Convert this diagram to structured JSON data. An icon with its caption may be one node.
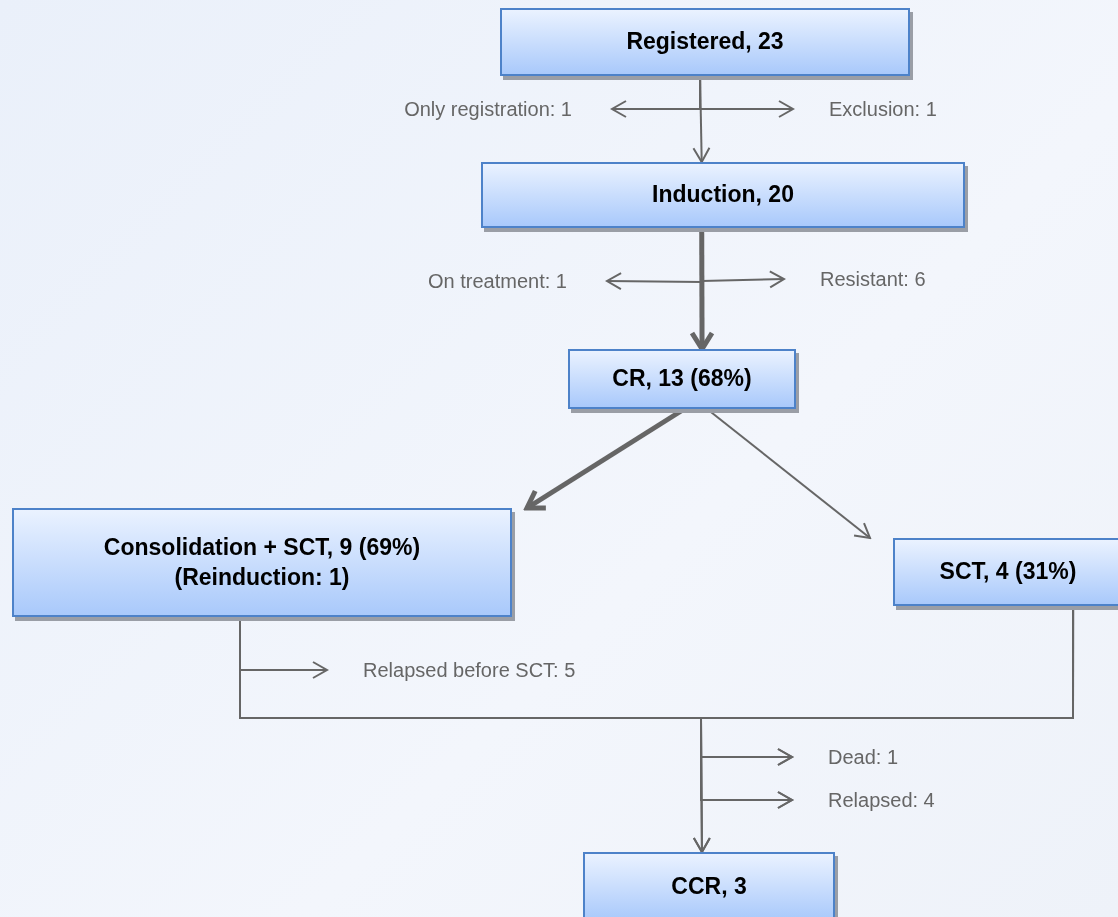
{
  "diagram": {
    "nodes": [
      {
        "text": [
          "Registered, 23"
        ]
      },
      {
        "text": [
          "Induction, 20"
        ]
      },
      {
        "text": [
          "CR, 13 (68%)"
        ]
      },
      {
        "text": [
          "Consolidation + SCT, 9 (69%)",
          "(Reinduction: 1)"
        ]
      },
      {
        "text": [
          "SCT, 4 (31%)"
        ]
      },
      {
        "text": [
          "CCR, 3"
        ]
      },
      {
        "text": [
          "Only  registration: 1"
        ]
      },
      {
        "text": [
          "Exclusion: 1"
        ]
      },
      {
        "text": [
          "On treatment: 1"
        ]
      },
      {
        "text": [
          "Resistant: 6"
        ]
      },
      {
        "text": [
          "Relapsed before SCT: 5"
        ]
      },
      {
        "text": [
          "Dead: 1"
        ]
      },
      {
        "text": [
          "Relapsed: 4"
        ]
      }
    ],
    "edges": [
      {
        "from": 0,
        "to": 1,
        "arrow": "to"
      },
      {
        "from": 0,
        "to": 6,
        "arrow": "to"
      },
      {
        "from": 0,
        "to": 7,
        "arrow": "to"
      },
      {
        "from": 1,
        "to": 2,
        "arrow": "to",
        "style": "thick"
      },
      {
        "from": 1,
        "to": 8,
        "arrow": "to"
      },
      {
        "from": 1,
        "to": 9,
        "arrow": "to"
      },
      {
        "from": 2,
        "to": 3,
        "arrow": "to",
        "style": "thick"
      },
      {
        "from": 2,
        "to": 4,
        "arrow": "to"
      },
      {
        "from": 3,
        "to": 10,
        "arrow": "to"
      },
      {
        "from": 3,
        "to": 5,
        "arrow": "to"
      },
      {
        "from": 4,
        "to": 5,
        "arrow": "to"
      },
      {
        "from": 3,
        "to": 11,
        "arrow": "to"
      },
      {
        "from": 4,
        "to": 11,
        "arrow": "to"
      },
      {
        "from": 3,
        "to": 12,
        "arrow": "to"
      },
      {
        "from": 4,
        "to": 12,
        "arrow": "to"
      }
    ]
  }
}
